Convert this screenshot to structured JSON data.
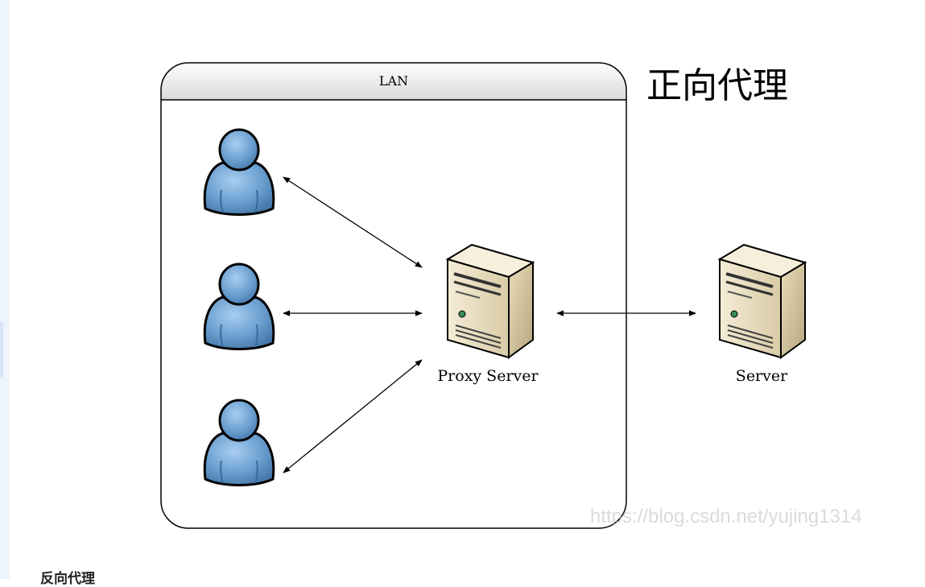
{
  "title": "正向代理",
  "lan_label": "LAN",
  "proxy_label": "Proxy Server",
  "server_label": "Server",
  "watermark": "https://blog.csdn.net/yujing1314",
  "next_heading": "反向代理",
  "icons": {
    "client": "user-icon",
    "proxy": "server-tower-icon",
    "server": "server-tower-icon"
  },
  "colors": {
    "user_fill": "#5b93c7",
    "server_body": "#e6dcc4",
    "stroke": "#000000"
  }
}
